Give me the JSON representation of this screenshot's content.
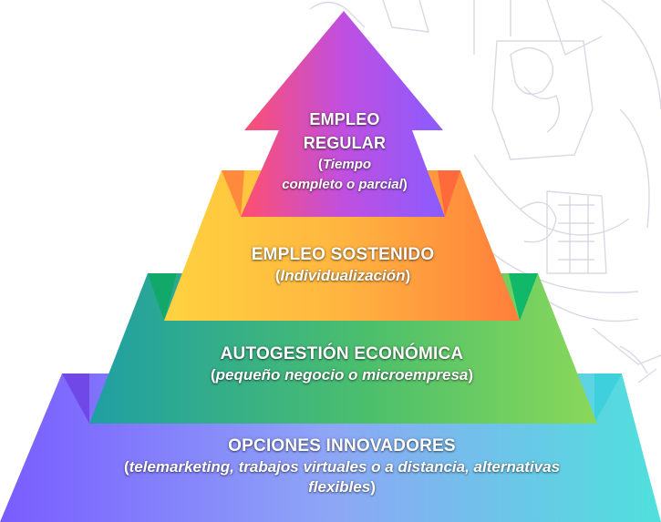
{
  "colors": {
    "top_tier_gradient": [
      "#ff4f6d",
      "#c04fe0",
      "#8a5cff"
    ],
    "second_tier_gradient": [
      "#ffd23f",
      "#ffb03b",
      "#ff7e3b"
    ],
    "third_tier_gradient": [
      "#1f9fa3",
      "#5cc45a",
      "#86d45a"
    ],
    "base_tier_gradient": [
      "#7b6bff",
      "#8fb2f0",
      "#4fdde0"
    ],
    "background_watermark": "#d9d3e3"
  },
  "tiers": [
    {
      "title_line1": "EMPLEO",
      "title_line2": "REGULAR",
      "sub_line1": "Tiempo",
      "sub_line2": "completo o parcial"
    },
    {
      "title": "EMPLEO SOSTENIDO",
      "sub": "Individualización"
    },
    {
      "title": "AUTOGESTIÓN ECONÓMICA",
      "sub": "pequeño negocio o microempresa"
    },
    {
      "title": "OPCIONES INNOVADORES",
      "sub_line1": "telemarketing, trabajos virtuales o a distancia, alternativas",
      "sub_line2": "flexibles"
    }
  ]
}
